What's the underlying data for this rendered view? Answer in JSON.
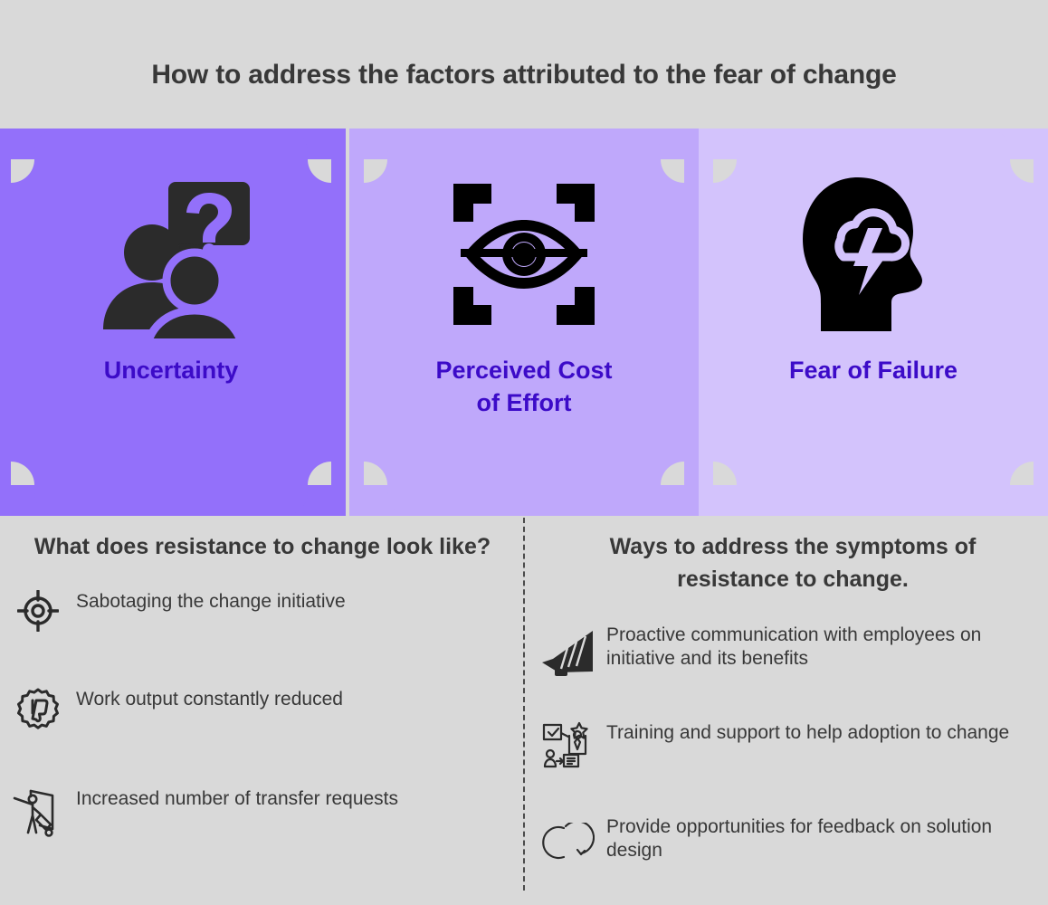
{
  "title": "How to address the factors attributed to the fear of change",
  "colors": {
    "background": "#d9d9d9",
    "card_1": "#9370fa",
    "card_2": "#bfa8fb",
    "card_3": "#d3c3fc",
    "card_label": "#3c0bc8",
    "text": "#383838",
    "icon_dark": "#2b2b2b"
  },
  "cards": [
    {
      "label": "Uncertainty",
      "icon": "people-question-speech-bubble-icon",
      "color": "#9370fa"
    },
    {
      "label": "Perceived Cost\nof Effort",
      "label_line_1": "Perceived Cost",
      "label_line_2": "of Effort",
      "icon": "eye-scan-icon",
      "color": "#bfa8fb"
    },
    {
      "label": "Fear of Failure",
      "icon": "head-storm-cloud-icon",
      "color": "#d3c3fc"
    }
  ],
  "columns": [
    {
      "heading": "What does resistance to change look like?",
      "items": [
        {
          "icon": "target-crosshair-icon",
          "text": "Sabotaging the change initiative"
        },
        {
          "icon": "thumbs-down-badge-icon",
          "text": "Work output constantly reduced"
        },
        {
          "icon": "person-leaving-door-icon",
          "text": "Increased number of transfer requests"
        }
      ]
    },
    {
      "heading": "Ways to address the symptoms of resistance to change.",
      "items": [
        {
          "icon": "megaphone-icon",
          "text": "Proactive communication with employees on initiative and its benefits"
        },
        {
          "icon": "training-checklist-star-icon",
          "text": "Training and support to help adoption to change"
        },
        {
          "icon": "feedback-loop-arrows-icon",
          "text": "Provide opportunities for feedback on solution design"
        }
      ]
    }
  ]
}
